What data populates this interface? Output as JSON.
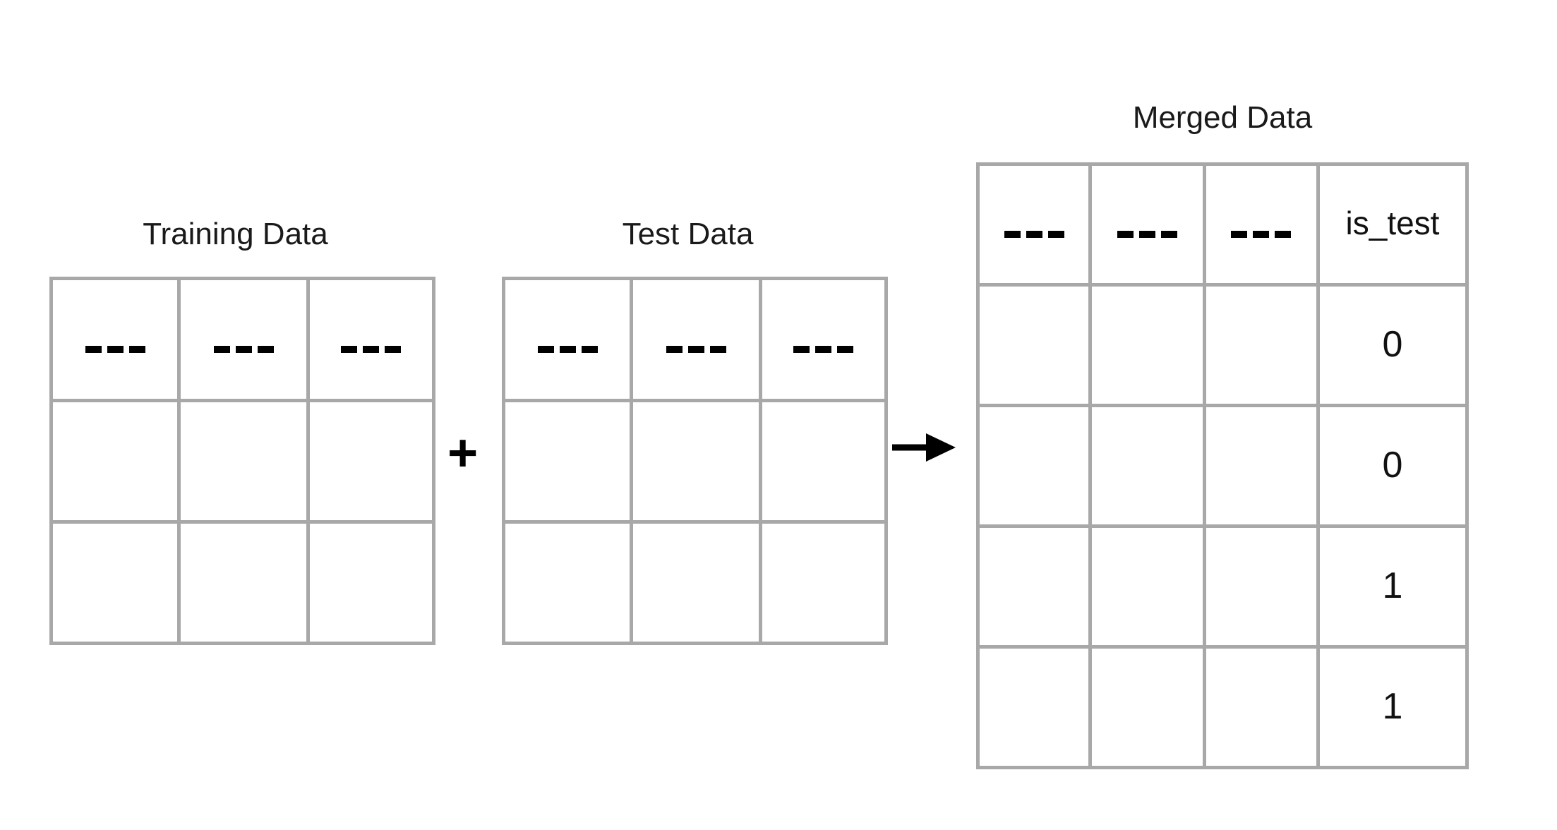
{
  "diagram": {
    "title_hidden": "",
    "dash_placeholder": "---",
    "operators": {
      "plus": "+",
      "arrow": "→",
      "plus_name": "plus-operator",
      "arrow_name": "arrow-operator"
    },
    "colors": {
      "background": "#ffffff",
      "border": "#a8a8a8",
      "train_fill": "#ececec",
      "test_fill": "#faeec9",
      "header_fill": "#ffffff",
      "text": "#111111"
    }
  },
  "tables": {
    "training": {
      "title": "Training Data",
      "columns": 3,
      "header": [
        "---",
        "---",
        "---"
      ],
      "rows": [
        {
          "fill": "train_fill",
          "cells": [
            "",
            "",
            ""
          ]
        },
        {
          "fill": "train_fill",
          "cells": [
            "",
            "",
            ""
          ]
        }
      ]
    },
    "test": {
      "title": "Test Data",
      "columns": 3,
      "header": [
        "---",
        "---",
        "---"
      ],
      "rows": [
        {
          "fill": "test_fill",
          "cells": [
            "",
            "",
            ""
          ]
        },
        {
          "fill": "test_fill",
          "cells": [
            "",
            "",
            ""
          ]
        }
      ]
    },
    "merged": {
      "title": "Merged Data",
      "columns": 4,
      "header": [
        "---",
        "---",
        "---",
        "is_test"
      ],
      "flag_column_label": "is_test",
      "rows": [
        {
          "fill": "train_fill",
          "cells": [
            "",
            "",
            ""
          ],
          "is_test": "0"
        },
        {
          "fill": "train_fill",
          "cells": [
            "",
            "",
            ""
          ],
          "is_test": "0"
        },
        {
          "fill": "test_fill",
          "cells": [
            "",
            "",
            ""
          ],
          "is_test": "1"
        },
        {
          "fill": "test_fill",
          "cells": [
            "",
            "",
            ""
          ],
          "is_test": "1"
        }
      ]
    }
  }
}
